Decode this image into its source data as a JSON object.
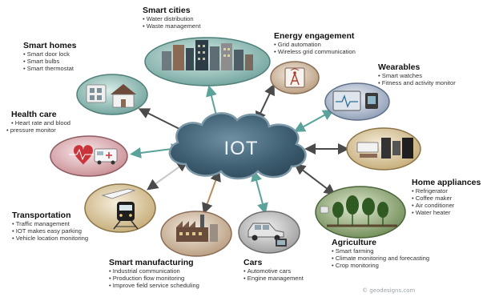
{
  "center": {
    "label": "IOT"
  },
  "categories": [
    {
      "id": "smart-cities",
      "title": "Smart cities",
      "items": [
        "Water distribution",
        "Waste management"
      ],
      "icon": "city-buildings-icon"
    },
    {
      "id": "smart-homes",
      "title": "Smart homes",
      "items": [
        "Smart door lock",
        "Smart bulbs",
        "Smart thermostat"
      ],
      "icon": "house-icon"
    },
    {
      "id": "energy-engagement",
      "title": "Energy engagement",
      "items": [
        "Grid automation",
        "Wireless grid communication"
      ],
      "icon": "wireless-tower-icon"
    },
    {
      "id": "wearables",
      "title": "Wearables",
      "items": [
        "Smart watches",
        "Fitness and activity monitor"
      ],
      "icon": "fitness-monitor-icon"
    },
    {
      "id": "health-care",
      "title": "Health care",
      "items": [
        "Heart rate and blood",
        "pressure monitor"
      ],
      "icon": "heart-ambulance-icon"
    },
    {
      "id": "home-appliances",
      "title": "Home appliances",
      "items": [
        "Refrigerator",
        "Coffee maker",
        "Air conditioner",
        "Water heater"
      ],
      "icon": "appliances-icon"
    },
    {
      "id": "transportation",
      "title": "Transportation",
      "items": [
        "Traffic management",
        "IOT makes easy parking",
        "Vehicle location monitoring"
      ],
      "icon": "train-plane-icon"
    },
    {
      "id": "agriculture",
      "title": "Agriculture",
      "items": [
        "Smart farming",
        "Climate monitoring and forecasting",
        "Crop monitoring"
      ],
      "icon": "plants-icon"
    },
    {
      "id": "smart-manufacturing",
      "title": "Smart manufacturing",
      "items": [
        "Industrial communication",
        "Production flow monitoring",
        "Improve field service scheduling"
      ],
      "icon": "factory-icon"
    },
    {
      "id": "cars",
      "title": "Cars",
      "items": [
        "Automotive cars",
        "Engine management"
      ],
      "icon": "car-icon"
    }
  ],
  "watermark": "© geodesigns.com",
  "colors": {
    "cloud": "#3f5f72",
    "cloud_edge": "#7e99a8",
    "arrow_dark": "#4a4a4a",
    "arrow_teal": "#5aa39a"
  }
}
